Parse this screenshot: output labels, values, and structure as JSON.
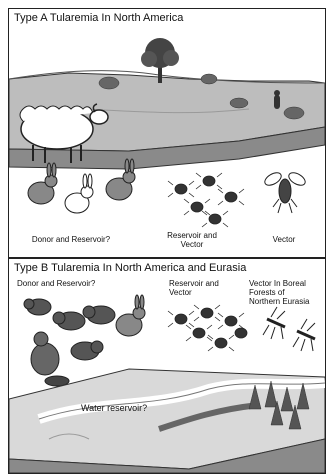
{
  "panel_a": {
    "title": "Type A Tularemia In North America",
    "labels": {
      "donor_reservoir": "Donor and Reservoir?",
      "reservoir_vector_1": "Reservoir and",
      "reservoir_vector_2": "Vector",
      "vector": "Vector"
    }
  },
  "panel_b": {
    "title": "Type B Tularemia In North America and Eurasia",
    "labels": {
      "donor_reservoir": "Donor and Reservoir?",
      "reservoir_vector_1": "Reservoir and",
      "reservoir_vector_2": "Vector",
      "vector_boreal_1": "Vector In Boreal",
      "vector_boreal_2": "Forests of",
      "vector_boreal_3": "Northern Eurasia",
      "water_reservoir": "Water reservoir?"
    }
  },
  "icons": [
    "sheep-icon",
    "rabbit-icon",
    "tick-icon",
    "fly-icon",
    "mosquito-icon",
    "rodent-icon",
    "beaver-icon",
    "tree-icon"
  ]
}
